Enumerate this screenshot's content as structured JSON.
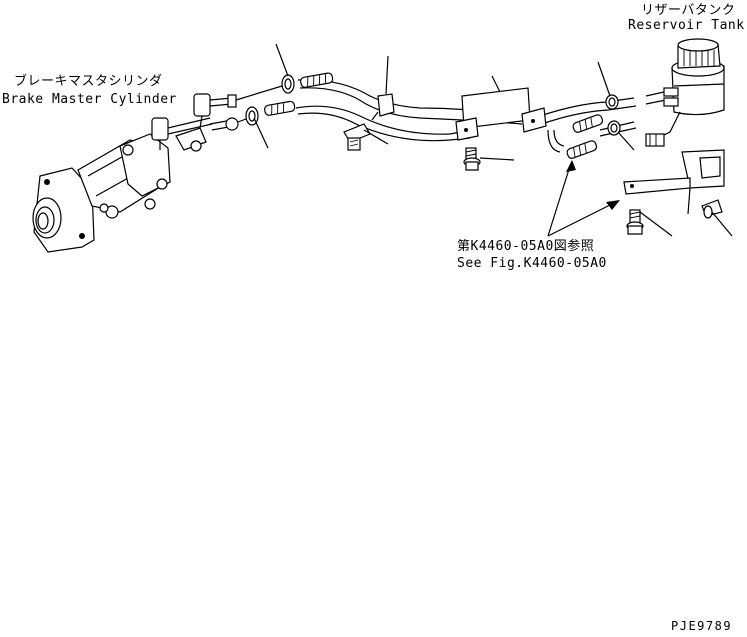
{
  "labels": {
    "brake_master_cylinder_jp": "ブレーキマスタシリンダ",
    "brake_master_cylinder_en": "Brake Master Cylinder",
    "reservoir_tank_jp": "リザーバタンク",
    "reservoir_tank_en": "Reservoir Tank",
    "see_fig_jp": "第K4460-05A0図参照",
    "see_fig_en": "See Fig.K4460-05A0",
    "drawing_code": "PJE9789"
  }
}
